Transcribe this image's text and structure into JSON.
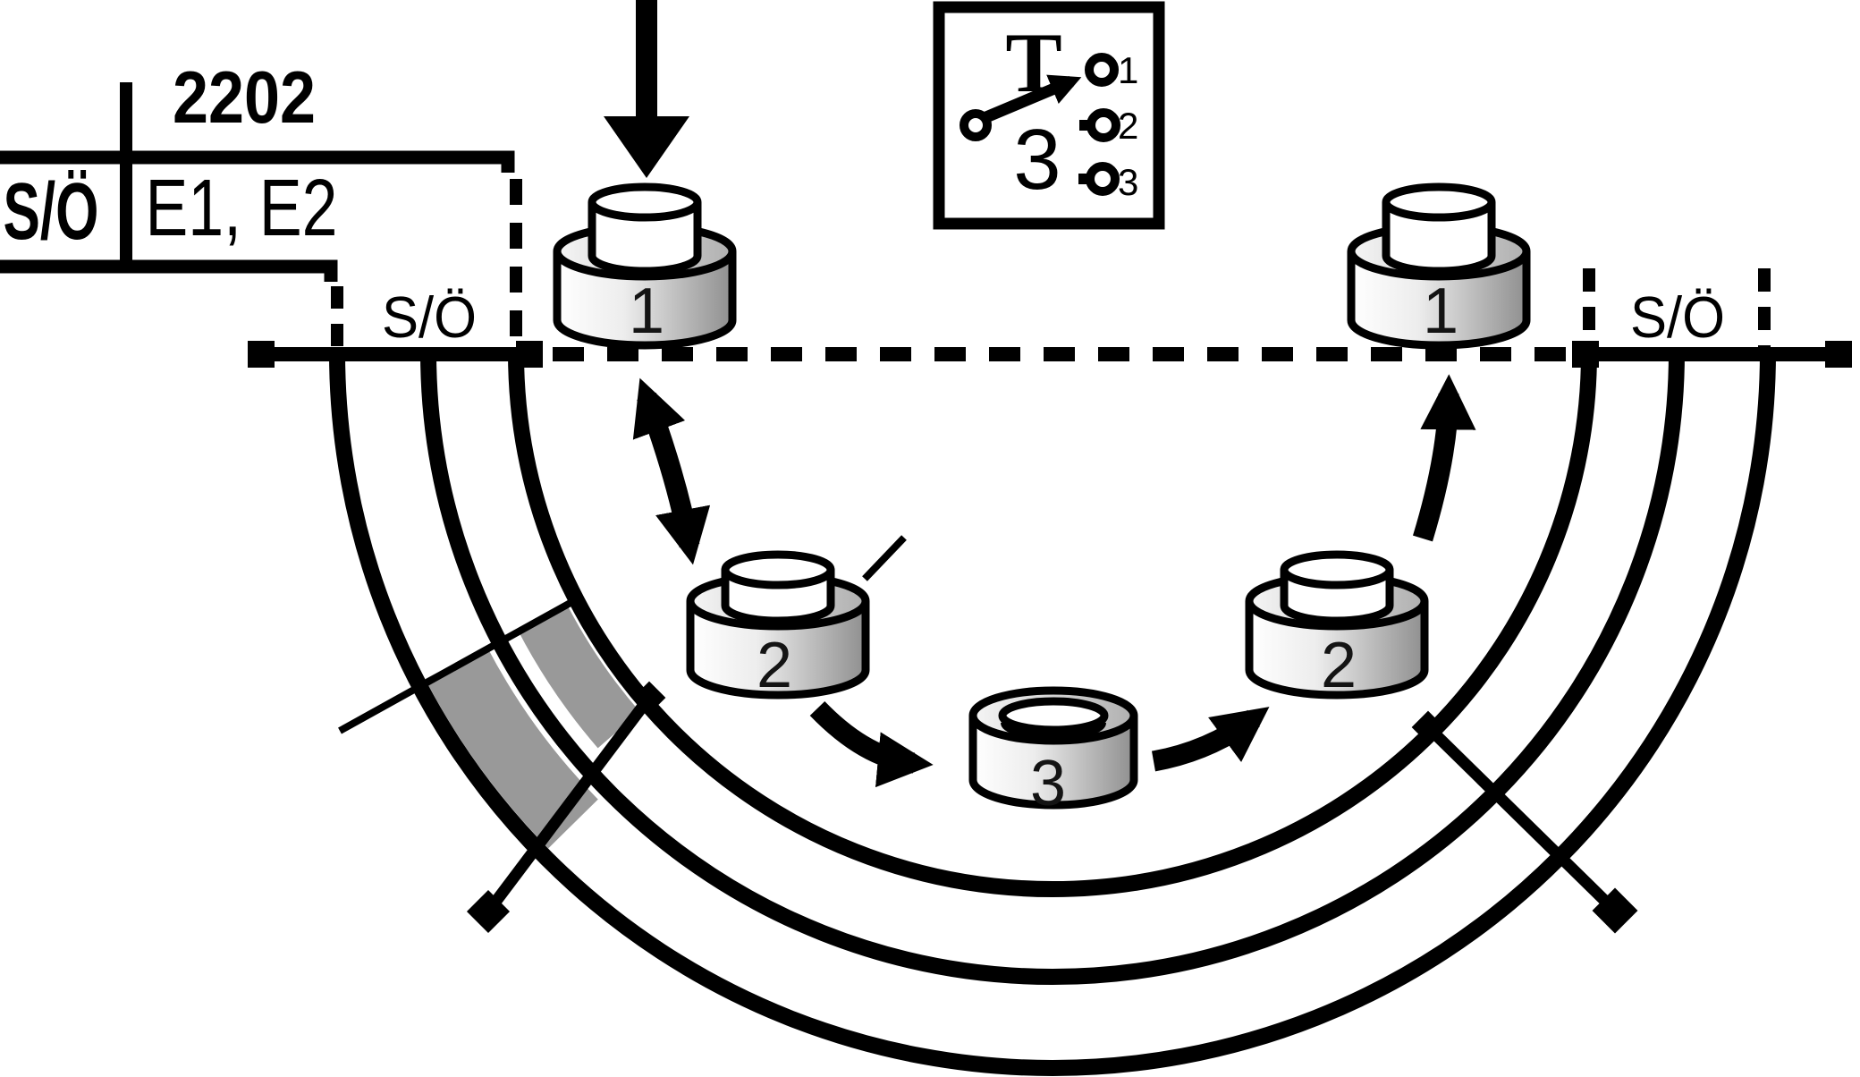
{
  "diagram": {
    "title_block": {
      "catalog_number": "2202",
      "row_label": "S/Ö",
      "row_value": "E1, E2"
    },
    "track_labels": {
      "left": "S/Ö",
      "right": "S/Ö"
    },
    "switch_symbol": {
      "lever_glyph": "T",
      "positions_count": "3",
      "contact_labels": [
        "1",
        "2",
        "3"
      ]
    },
    "knobs": [
      {
        "id": "pos1-left",
        "label": "1"
      },
      {
        "id": "pos1-right",
        "label": "1"
      },
      {
        "id": "pos2-left",
        "label": "2"
      },
      {
        "id": "pos2-right",
        "label": "2"
      },
      {
        "id": "pos3-center",
        "label": "3"
      }
    ],
    "colors": {
      "ink": "#000000",
      "highlight_gray": "#999999",
      "knob_light": "#ffffff",
      "knob_dark": "#8f8f8f"
    }
  }
}
